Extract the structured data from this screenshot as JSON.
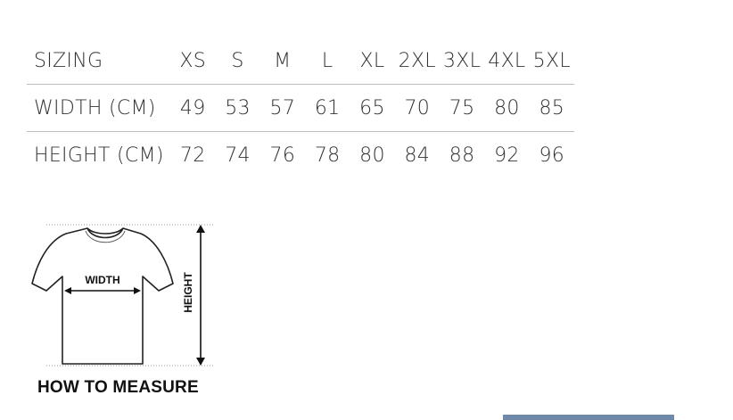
{
  "table": {
    "header": {
      "label": "SIZING",
      "cells": [
        "XS",
        "S",
        "M",
        "L",
        "XL",
        "2XL",
        "3XL",
        "4XL",
        "5XL"
      ]
    },
    "width_row": {
      "label": "WIDTH (CM)",
      "cells": [
        "49",
        "53",
        "57",
        "61",
        "65",
        "70",
        "75",
        "80",
        "85"
      ]
    },
    "height_row": {
      "label": "HEIGHT (CM)",
      "cells": [
        "72",
        "74",
        "76",
        "78",
        "80",
        "84",
        "88",
        "92",
        "96"
      ]
    }
  },
  "diagram": {
    "width_label": "WIDTH",
    "height_label": "HEIGHT",
    "icon": "t-shirt-icon"
  },
  "caption": "HOW TO MEASURE",
  "colors": {
    "text": "#333333",
    "divider": "#bdbdbd",
    "bar": "#6f8aa8"
  }
}
